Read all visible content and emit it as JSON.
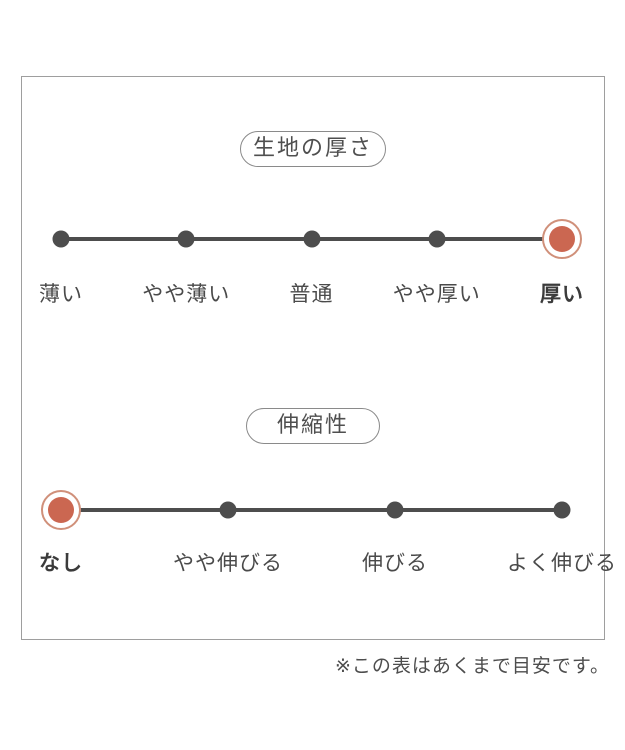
{
  "page": {
    "background": "#ffffff"
  },
  "colors": {
    "line": "#4d4d4d",
    "dot": "#4d4d4d",
    "selected_fill": "#cb6751",
    "selected_ring": "#d0907a",
    "frame_border": "#9e9e9e",
    "label_text": "#4a4a4a"
  },
  "footnote": "※この表はあくまで目安です。",
  "chart_data": [
    {
      "type": "scale",
      "title": "生地の厚さ",
      "categories": [
        "薄い",
        "やや薄い",
        "普通",
        "やや厚い",
        "厚い"
      ],
      "selected_index": 4,
      "selected_label": "厚い"
    },
    {
      "type": "scale",
      "title": "伸縮性",
      "categories": [
        "なし",
        "やや伸びる",
        "伸びる",
        "よく伸びる"
      ],
      "selected_index": 0,
      "selected_label": "なし"
    }
  ]
}
